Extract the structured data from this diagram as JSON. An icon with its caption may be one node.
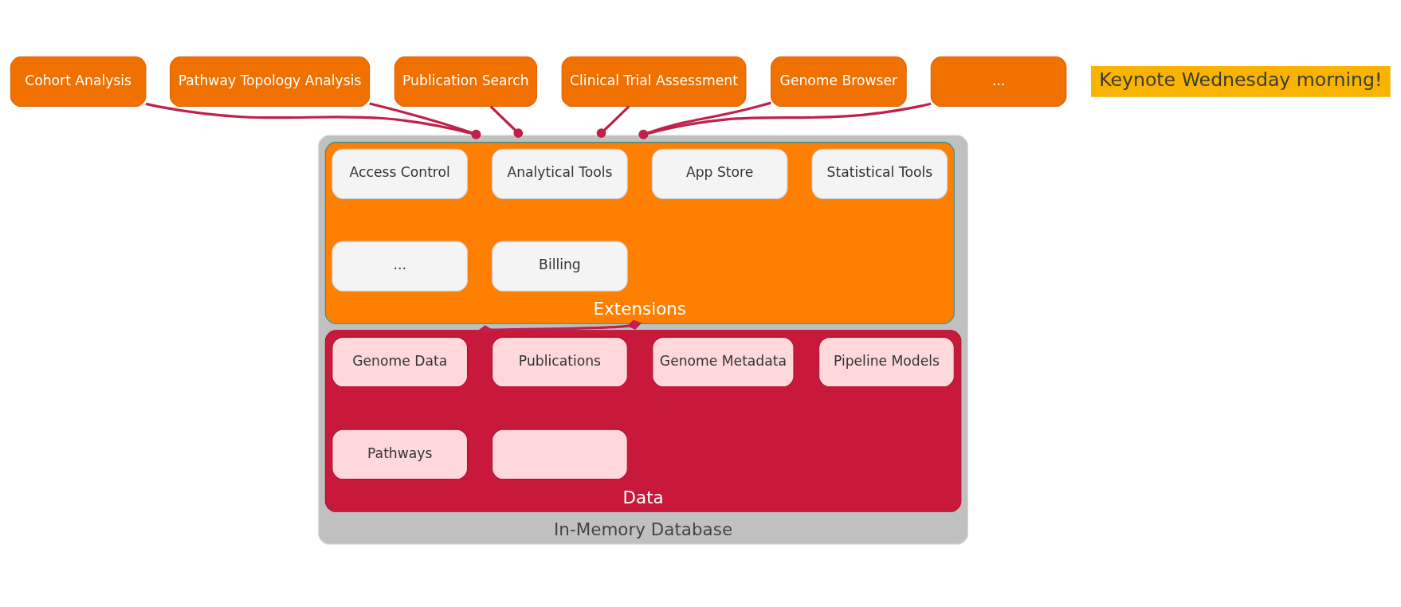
{
  "diagram": {
    "nodes": [
      {
        "text": [
          "Cohort Analysis"
        ]
      },
      {
        "text": [
          "Pathway Topology Analysis"
        ]
      },
      {
        "text": [
          "Publication Search"
        ]
      },
      {
        "text": [
          "Clinical Trial Assessment"
        ]
      },
      {
        "text": [
          "Genome Browser"
        ]
      },
      {
        "text": [
          "..."
        ]
      },
      {
        "text": [
          "In-Memory Database"
        ]
      },
      {
        "text": [
          "Extensions"
        ],
        "in": 6
      },
      {
        "text": [
          "Analytical Tools"
        ],
        "in": 7
      },
      {
        "text": [
          "Access Control"
        ],
        "in": 7
      },
      {
        "text": [
          "App Store"
        ],
        "in": 7
      },
      {
        "text": [
          "Statistical Tools"
        ],
        "in": 7
      },
      {
        "text": [
          "Billing"
        ],
        "in": 7
      },
      {
        "text": [
          "..."
        ],
        "in": 7
      },
      {
        "text": [
          "Data"
        ],
        "in": 6
      },
      {
        "text": [
          "Genome Data"
        ],
        "in": 14
      },
      {
        "text": [
          "Publications"
        ],
        "in": 14
      },
      {
        "text": [
          "Genome Metadata"
        ],
        "in": 14
      },
      {
        "text": [
          "Pipeline Models"
        ],
        "in": 14
      },
      {
        "text": [
          "Pathways"
        ],
        "in": 14
      },
      {
        "text": [],
        "shape": "box",
        "in": 14
      }
    ],
    "edges": [
      {
        "from": 0,
        "to": 6,
        "arrow": "other"
      },
      {
        "from": 1,
        "to": 6,
        "arrow": "other"
      },
      {
        "from": 2,
        "to": 6,
        "arrow": "other"
      },
      {
        "from": 3,
        "to": 6,
        "arrow": "other"
      },
      {
        "from": 4,
        "to": 6,
        "arrow": "other"
      },
      {
        "from": 5,
        "to": 6,
        "arrow": "other"
      },
      {
        "from": 7,
        "to": 14,
        "arrow": "other"
      }
    ],
    "labels": [
      "Keynote Wednesday morning!"
    ]
  }
}
